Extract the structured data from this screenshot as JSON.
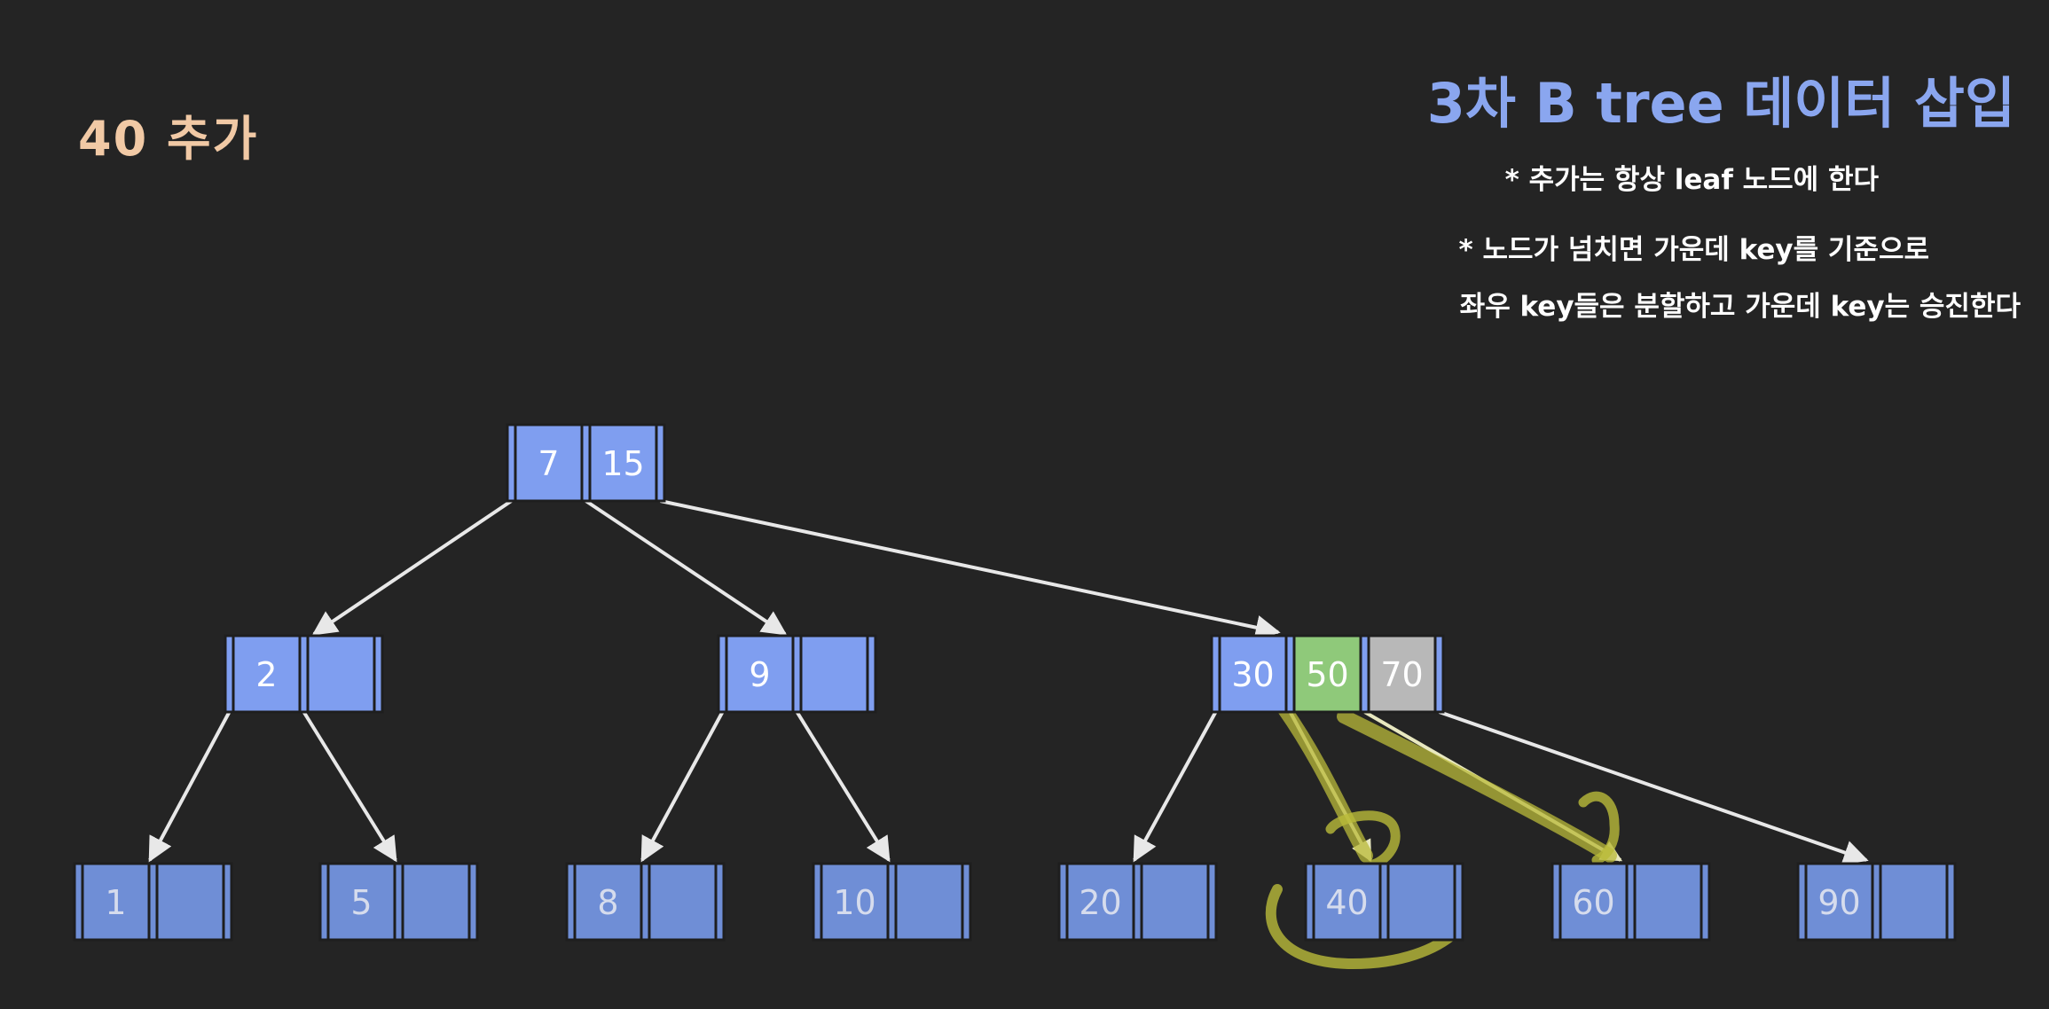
{
  "step_label": "40 추가",
  "title": "3차 B tree 데이터 삽입",
  "notes": [
    "* 추가는 항상 leaf 노드에 한다",
    "* 노드가 넘치면 가운데 key를 기준으로",
    "좌우 key들은 분할하고 가운데 key는 승진한다"
  ],
  "colors": {
    "background": "#242424",
    "node": "#7f9ef0",
    "leaf_node": "#6f8ed6",
    "middle_key_highlight": "#8fc97a",
    "overflow_key": "#b8b8b8",
    "annotation": "#b9ba3a",
    "title": "#8aa6ef",
    "step_label": "#f1c9a5"
  },
  "tree": {
    "root": {
      "keys": [
        "7",
        "15"
      ]
    },
    "internal": [
      {
        "keys": [
          "2",
          ""
        ]
      },
      {
        "keys": [
          "9",
          ""
        ]
      },
      {
        "keys": [
          "30",
          "50",
          "70"
        ],
        "overflow": true
      }
    ],
    "leaves": [
      {
        "keys": [
          "1",
          ""
        ]
      },
      {
        "keys": [
          "5",
          ""
        ]
      },
      {
        "keys": [
          "8",
          ""
        ]
      },
      {
        "keys": [
          "10",
          ""
        ]
      },
      {
        "keys": [
          "20",
          ""
        ]
      },
      {
        "keys": [
          "40",
          ""
        ]
      },
      {
        "keys": [
          "60",
          ""
        ]
      },
      {
        "keys": [
          "90",
          ""
        ]
      }
    ]
  }
}
